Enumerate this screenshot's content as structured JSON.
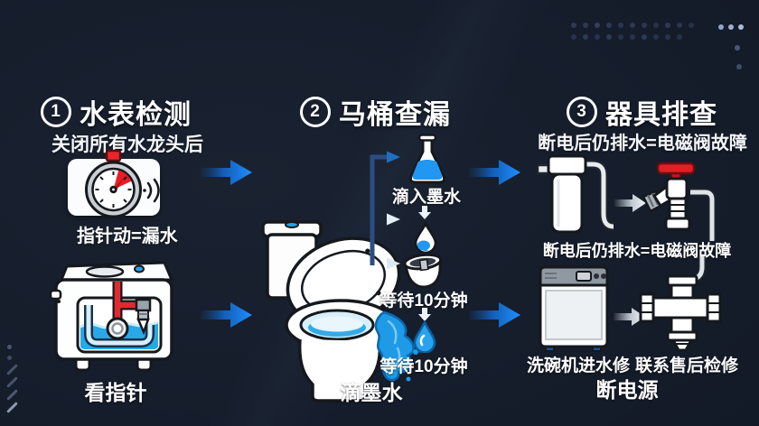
{
  "colors": {
    "background": "#141b29",
    "arrow_blue": "#1e8ffd",
    "water_blue": "#2196f3",
    "ink_red": "#e31e24",
    "text": "#ffffff"
  },
  "step1": {
    "number": "1",
    "title": "水表检测",
    "subtitle": "关闭所有水龙头后",
    "meter_caption": "指针动=漏水",
    "tank_caption": "看指针"
  },
  "step2": {
    "number": "2",
    "title": "马桶查漏",
    "flask_caption": "滴入墨水",
    "wait_caption_1": "等待10分钟",
    "wait_caption_2": "等待10分钟",
    "toilet_caption": "滴墨水"
  },
  "step3": {
    "number": "3",
    "title": "器具排查",
    "subtitle": "断电后仍排水=电磁阀故障",
    "filter_caption": "断电后仍排水=电磁阀故障",
    "dishwasher_caption": "洗碗机进水修",
    "service_caption": "联系售后检修",
    "power_caption": "断电源"
  }
}
